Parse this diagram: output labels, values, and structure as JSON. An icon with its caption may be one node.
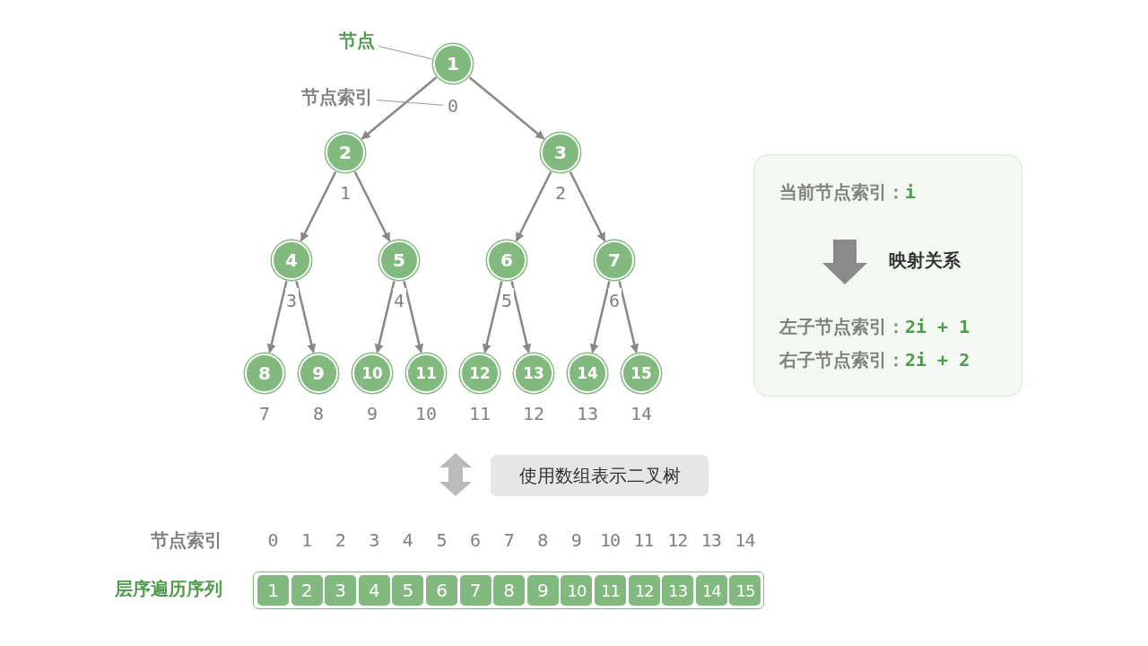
{
  "diagram": {
    "nodes": [
      {
        "text": [
          "1"
        ]
      },
      {
        "text": [
          "2"
        ],
        "beside": [
          "1"
        ]
      },
      {
        "text": [
          "3"
        ],
        "beside": [
          "2"
        ]
      },
      {
        "text": [
          "4"
        ],
        "beside": [
          "3"
        ]
      },
      {
        "text": [
          "5"
        ],
        "beside": [
          "4"
        ]
      },
      {
        "text": [
          "6"
        ],
        "beside": [
          "5"
        ]
      },
      {
        "text": [
          "7"
        ],
        "beside": [
          "6"
        ]
      },
      {
        "text": [
          "8"
        ],
        "beside": [
          "7"
        ]
      },
      {
        "text": [
          "9"
        ],
        "beside": [
          "8"
        ]
      },
      {
        "text": [
          "10"
        ],
        "beside": [
          "9"
        ]
      },
      {
        "text": [
          "11"
        ],
        "beside": [
          "10"
        ]
      },
      {
        "text": [
          "12"
        ],
        "beside": [
          "11"
        ]
      },
      {
        "text": [
          "13"
        ],
        "beside": [
          "12"
        ]
      },
      {
        "text": [
          "14"
        ],
        "beside": [
          "13"
        ]
      },
      {
        "text": [
          "15"
        ],
        "beside": [
          "14"
        ]
      },
      {
        "text": [
          "节点"
        ]
      },
      {
        "text": [
          "节点索引"
        ]
      },
      {
        "text": [
          "0"
        ]
      },
      {
        "text": [
          "当前节点索引：**i**",
          "映射关系",
          "左子节点索引：**2i + 1**",
          "右子节点索引：**2i + 2**"
        ]
      },
      {
        "text": [
          "使用数组表示二叉树"
        ]
      },
      {
        "text": [],
        "shape": "box"
      },
      {
        "text": [
          "1"
        ],
        "in": 20
      },
      {
        "text": [
          "2"
        ],
        "in": 20
      },
      {
        "text": [
          "3"
        ],
        "in": 20
      },
      {
        "text": [
          "4"
        ],
        "in": 20
      },
      {
        "text": [
          "5"
        ],
        "in": 20
      },
      {
        "text": [
          "6"
        ],
        "in": 20
      },
      {
        "text": [
          "7"
        ],
        "in": 20
      },
      {
        "text": [
          "8"
        ],
        "in": 20
      },
      {
        "text": [
          "9"
        ],
        "in": 20
      },
      {
        "text": [
          "10"
        ],
        "in": 20
      },
      {
        "text": [
          "11"
        ],
        "in": 20
      },
      {
        "text": [
          "12"
        ],
        "in": 20
      },
      {
        "text": [
          "13"
        ],
        "in": 20
      },
      {
        "text": [
          "14"
        ],
        "in": 20
      },
      {
        "text": [
          "15"
        ],
        "in": 20
      }
    ],
    "edges": [
      {
        "from": 0,
        "to": 1,
        "arrow": "to"
      },
      {
        "from": 0,
        "to": 2,
        "arrow": "to"
      },
      {
        "from": 1,
        "to": 3,
        "arrow": "to"
      },
      {
        "from": 1,
        "to": 4,
        "arrow": "to"
      },
      {
        "from": 2,
        "to": 5,
        "arrow": "to"
      },
      {
        "from": 2,
        "to": 6,
        "arrow": "to"
      },
      {
        "from": 3,
        "to": 7,
        "arrow": "to"
      },
      {
        "from": 3,
        "to": 8,
        "arrow": "to"
      },
      {
        "from": 4,
        "to": 9,
        "arrow": "to"
      },
      {
        "from": 4,
        "to": 10,
        "arrow": "to"
      },
      {
        "from": 5,
        "to": 11,
        "arrow": "to"
      },
      {
        "from": 5,
        "to": 12,
        "arrow": "to"
      },
      {
        "from": 6,
        "to": 13,
        "arrow": "to"
      },
      {
        "from": 6,
        "to": 14,
        "arrow": "to"
      },
      {
        "from": 15,
        "to": 0,
        "arrow": "none"
      },
      {
        "from": 16,
        "to": 17,
        "arrow": "none"
      }
    ],
    "labels": [
      "节点索引",
      "0",
      "1",
      "2",
      "3",
      "4",
      "5",
      "6",
      "7",
      "8",
      "9",
      "10",
      "11",
      "12",
      "13",
      "14",
      "层序遍历序列"
    ]
  }
}
